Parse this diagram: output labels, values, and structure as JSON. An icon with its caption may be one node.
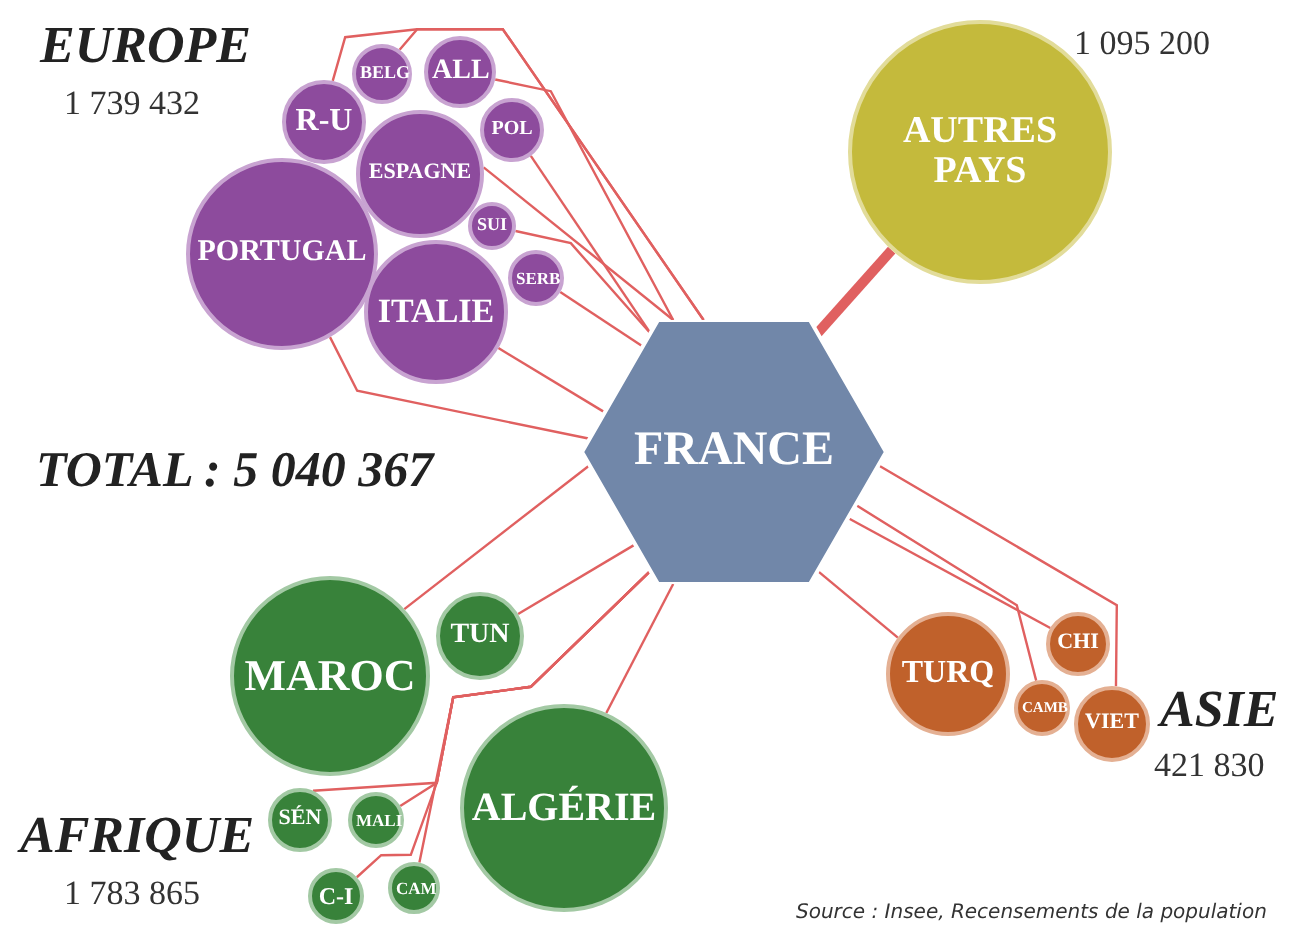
{
  "diagram": {
    "nodes": [
      {
        "text": [
          "FRANCE"
        ]
      },
      {
        "text": [
          "AUTRES PAYS"
        ]
      },
      {
        "text": [
          "PORTUGAL"
        ]
      },
      {
        "text": [
          "ESPAGNE"
        ]
      },
      {
        "text": [
          "ITALIE"
        ]
      },
      {
        "text": [
          "R-U"
        ]
      },
      {
        "text": [
          "BELG"
        ]
      },
      {
        "text": [
          "ALL"
        ]
      },
      {
        "text": [
          "POL"
        ]
      },
      {
        "text": [
          "SUI"
        ]
      },
      {
        "text": [
          "SERB"
        ]
      },
      {
        "text": [
          "MAROC"
        ]
      },
      {
        "text": [
          "TUN"
        ]
      },
      {
        "text": [
          "ALGÉRIE"
        ]
      },
      {
        "text": [
          "SÉN"
        ]
      },
      {
        "text": [
          "MALI"
        ]
      },
      {
        "text": [
          "C-I"
        ]
      },
      {
        "text": [
          "CAM"
        ]
      },
      {
        "text": [
          "TURQ"
        ]
      },
      {
        "text": [
          "CHI"
        ]
      },
      {
        "text": [
          "CAMB"
        ]
      },
      {
        "text": [
          "VIET"
        ]
      }
    ],
    "edges": [
      {
        "from": 0,
        "to": 1,
        "arrow": "none",
        "style": "thick"
      },
      {
        "from": 0,
        "to": 2,
        "arrow": "none"
      },
      {
        "from": 0,
        "to": 3,
        "arrow": "none"
      },
      {
        "from": 0,
        "to": 4,
        "arrow": "none"
      },
      {
        "from": 0,
        "to": 5,
        "arrow": "none"
      },
      {
        "from": 0,
        "to": 6,
        "arrow": "none"
      },
      {
        "from": 0,
        "to": 7,
        "arrow": "none"
      },
      {
        "from": 0,
        "to": 8,
        "arrow": "none"
      },
      {
        "from": 0,
        "to": 9,
        "arrow": "none"
      },
      {
        "from": 0,
        "to": 10,
        "arrow": "none"
      },
      {
        "from": 0,
        "to": 11,
        "arrow": "none"
      },
      {
        "from": 0,
        "to": 12,
        "arrow": "none"
      },
      {
        "from": 0,
        "to": 13,
        "arrow": "none"
      },
      {
        "from": 0,
        "to": 14,
        "arrow": "none"
      },
      {
        "from": 0,
        "to": 15,
        "arrow": "none"
      },
      {
        "from": 0,
        "to": 16,
        "arrow": "none"
      },
      {
        "from": 0,
        "to": 17,
        "arrow": "none"
      },
      {
        "from": 0,
        "to": 18,
        "arrow": "none"
      },
      {
        "from": 0,
        "to": 19,
        "arrow": "none"
      },
      {
        "from": 0,
        "to": 20,
        "arrow": "none"
      },
      {
        "from": 0,
        "to": 21,
        "arrow": "none"
      }
    ],
    "labels": [
      "EUROPE",
      "1 739 432",
      "1 095 200",
      "TOTAL : 5 040 367",
      "AFRIQUE",
      "1 783 865",
      "ASIE",
      "421 830",
      "Source : Insee, Recensements de la population"
    ]
  }
}
